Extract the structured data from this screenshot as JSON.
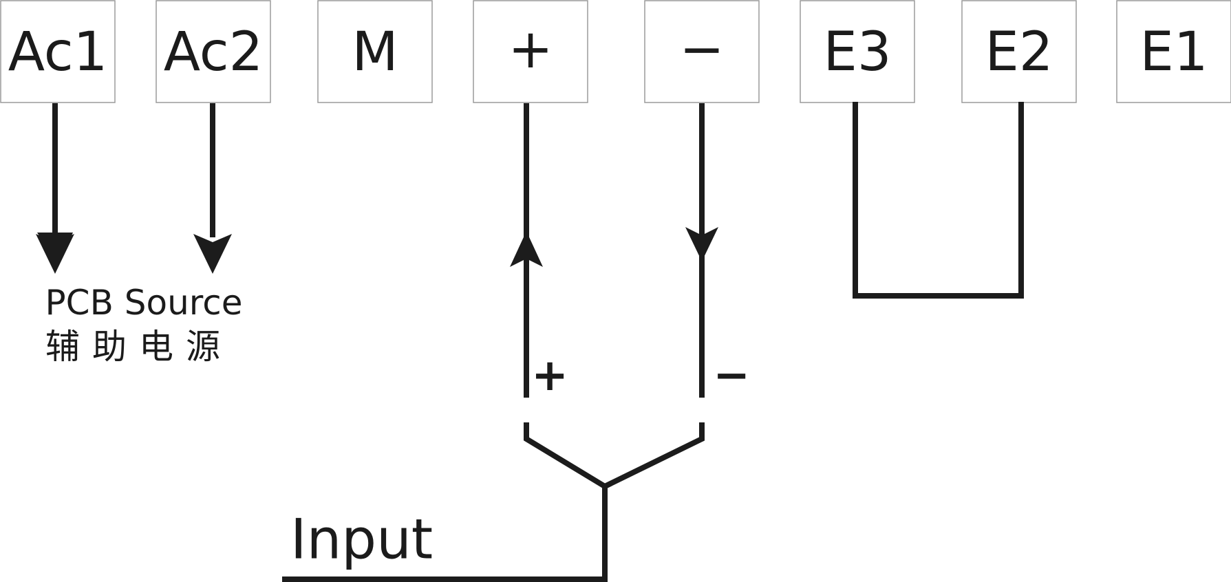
{
  "terminals": [
    {
      "id": "ac1",
      "label": "Ac1"
    },
    {
      "id": "ac2",
      "label": "Ac2"
    },
    {
      "id": "m",
      "label": "M"
    },
    {
      "id": "plus",
      "label": "+"
    },
    {
      "id": "minus",
      "label": "−"
    },
    {
      "id": "e3",
      "label": "E3"
    },
    {
      "id": "e2",
      "label": "E2"
    },
    {
      "id": "e1",
      "label": "E1"
    }
  ],
  "source": {
    "label_en": "PCB Source",
    "label_zh": "辅助电源"
  },
  "input": {
    "label": "Input",
    "plus_sign": "+",
    "minus_sign": "−"
  }
}
